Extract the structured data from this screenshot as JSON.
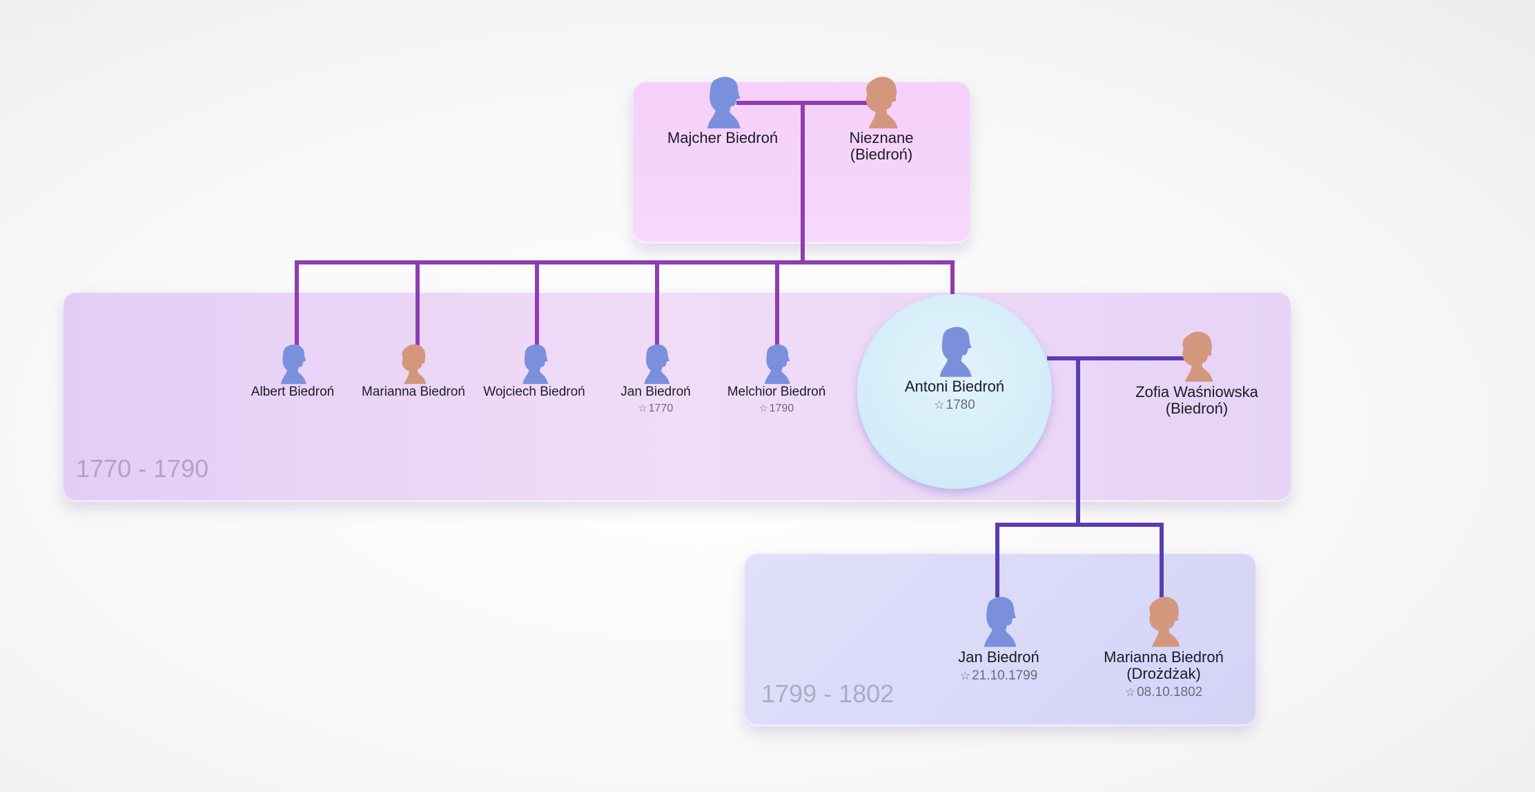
{
  "colors": {
    "male": "#7a90dc",
    "female": "#d3977e",
    "line_parents": "#8e3db2",
    "line_children": "#5a3db3"
  },
  "generations": {
    "top": {
      "label": ""
    },
    "middle": {
      "label": "1770 - 1790"
    },
    "bottom": {
      "label": "1799 - 1802"
    }
  },
  "people": {
    "majcher": {
      "name": "Majcher Biedroń",
      "gender": "male"
    },
    "nieznane": {
      "name_line1": "Nieznane",
      "name_line2": "(Biedroń)",
      "gender": "female"
    },
    "albert": {
      "name": "Albert Biedroń",
      "gender": "male"
    },
    "marianna": {
      "name": "Marianna Biedroń",
      "gender": "female"
    },
    "wojciech": {
      "name": "Wojciech Biedroń",
      "gender": "male"
    },
    "jan": {
      "name": "Jan Biedroń",
      "birth": "1770",
      "gender": "male"
    },
    "melchior": {
      "name": "Melchior Biedroń",
      "birth": "1790",
      "gender": "male"
    },
    "antoni": {
      "name": "Antoni Biedroń",
      "birth": "1780",
      "gender": "male"
    },
    "zofia": {
      "name_line1": "Zofia Waśniowska",
      "name_line2": "(Biedroń)",
      "gender": "female"
    },
    "jan_child": {
      "name": "Jan Biedroń",
      "birth": "21.10.1799",
      "gender": "male"
    },
    "marianna_child": {
      "name_line1": "Marianna Biedroń",
      "name_line2": "(Drożdżak)",
      "birth": "08.10.1802",
      "gender": "female"
    }
  },
  "icons": {
    "birth": "star-outline-icon",
    "male": "male-silhouette-icon",
    "female": "female-silhouette-icon"
  }
}
